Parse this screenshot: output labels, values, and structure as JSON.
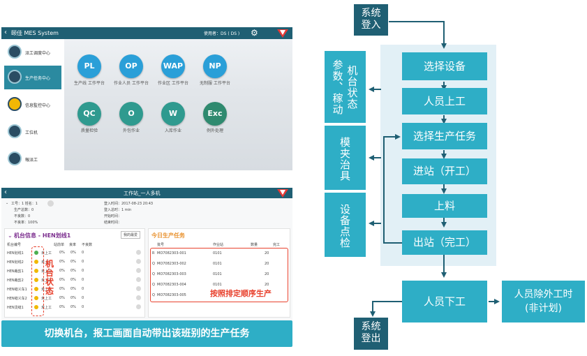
{
  "screen1": {
    "app_title": "颐佳 MES System",
    "user": "使用者：DS ( DS )",
    "sidebar": [
      {
        "label": "派工调度中心"
      },
      {
        "label": "生产任务中心"
      },
      {
        "label": "信息監控中心"
      },
      {
        "label": "工位机"
      },
      {
        "label": "報派工"
      }
    ],
    "apps": [
      {
        "code": "PL",
        "caption": "生产线 工作平台",
        "color": "#2a9fd8"
      },
      {
        "code": "OP",
        "caption": "作业人员 工作平台",
        "color": "#2a9fd8"
      },
      {
        "code": "WAP",
        "caption": "作业区 工作平台",
        "color": "#2a9fd8"
      },
      {
        "code": "NP",
        "caption": "无制服 工作平台",
        "color": "#2a9fd8"
      },
      {
        "code": "QC",
        "caption": "质量检验",
        "color": "#2f9a8f"
      },
      {
        "code": "O",
        "caption": "外包作业",
        "color": "#2f9a8f"
      },
      {
        "code": "W",
        "caption": "入库作业",
        "color": "#2f9a8f"
      },
      {
        "code": "Exc",
        "caption": "例外处理",
        "color": "#2f8a6f"
      }
    ]
  },
  "screen2": {
    "title": "工作站_一人多机",
    "info_left": [
      "工号：1  姓名：1",
      "生产总数：0",
      "不良数：0",
      "不良率：100%"
    ],
    "info_right": [
      "登入时间：2017-08-23 20:43",
      "登入总时：1 min",
      "开始时间：",
      "结束时间："
    ],
    "machine_panel_title": "机台信息 - HEN划线1",
    "all_button": "我的最爱",
    "machine_headers": [
      "机台编号",
      "站前单",
      "良率",
      "不良数"
    ],
    "machines": [
      {
        "id": "HEN划线1",
        "status": "未上工",
        "rate": "0%",
        "bad": "0%",
        "n": "0",
        "color": "#4caf50"
      },
      {
        "id": "HEN划线2",
        "status": "未上工",
        "rate": "0%",
        "bad": "0%",
        "n": "0",
        "color": "#f0b800"
      },
      {
        "id": "HEN裁剪1",
        "status": "未上工",
        "rate": "0%",
        "bad": "0%",
        "n": "0",
        "color": "#f0b800"
      },
      {
        "id": "HEN裁剪2",
        "status": "未上工",
        "rate": "0%",
        "bad": "0%",
        "n": "0",
        "color": "#f0b800"
      },
      {
        "id": "HEN缝义车1",
        "status": "未上工",
        "rate": "0%",
        "bad": "0%",
        "n": "0",
        "color": "#f0b800"
      },
      {
        "id": "HEN缝义车2",
        "status": "未上工",
        "rate": "0%",
        "bad": "0%",
        "n": "0",
        "color": "#f0b800"
      },
      {
        "id": "HEN烫缝1",
        "status": "未上工",
        "rate": "0%",
        "bad": "0%",
        "n": "0",
        "color": "#f0b800"
      }
    ],
    "task_panel_title": "今日生产任务",
    "task_headers": [
      "批号",
      "作业站",
      "数量",
      "完工"
    ],
    "tasks": [
      {
        "prefix": "R",
        "lot": "MO7082303-001",
        "station": "0101",
        "qty": "20"
      },
      {
        "prefix": "Q",
        "lot": "MO7082303-002",
        "station": "0101",
        "qty": "20"
      },
      {
        "prefix": "Q",
        "lot": "MO7082303-003",
        "station": "0101",
        "qty": "20"
      },
      {
        "prefix": "Q",
        "lot": "MO7082303-004",
        "station": "0101",
        "qty": "20"
      },
      {
        "prefix": "Q",
        "lot": "MO7082303-005",
        "station": "0101",
        "qty": "20"
      }
    ],
    "annotation_status": "机台状态",
    "annotation_order": "按照排定顺序生产"
  },
  "banner": "切换机台，报工画面自动带出该班别的生产任务",
  "flow": {
    "start": [
      "系统",
      "登入"
    ],
    "steps": [
      "选择设备",
      "人员上工",
      "选择生产任务",
      "进站（开工）",
      "上料",
      "出站（完工）"
    ],
    "side": [
      "参数、稼动",
      "机台状态",
      "模夹治具",
      "设备点检"
    ],
    "offline": "人员下工",
    "end": [
      "系统",
      "登出"
    ],
    "external": [
      "人员除外工时",
      "(非计划)"
    ]
  },
  "colors": {
    "accent": "#2eaec6",
    "dark": "#1f5f73",
    "annotation": "#e8412d"
  }
}
